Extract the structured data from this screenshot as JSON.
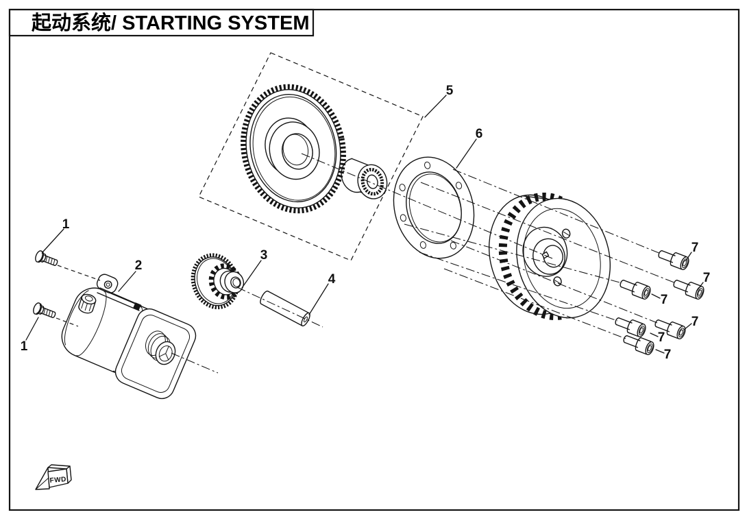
{
  "header": {
    "title": "起动系统/ STARTING SYSTEM"
  },
  "diagram": {
    "type": "exploded-parts-diagram",
    "fwd_label": "FWD",
    "colors": {
      "line": "#141414",
      "background": "#ffffff"
    },
    "callouts": [
      {
        "label": "1"
      },
      {
        "label": "1"
      },
      {
        "label": "2"
      },
      {
        "label": "3"
      },
      {
        "label": "4"
      },
      {
        "label": "5"
      },
      {
        "label": "6"
      },
      {
        "label": "7"
      },
      {
        "label": "7"
      },
      {
        "label": "7"
      },
      {
        "label": "7"
      },
      {
        "label": "7"
      },
      {
        "label": "7"
      }
    ]
  }
}
